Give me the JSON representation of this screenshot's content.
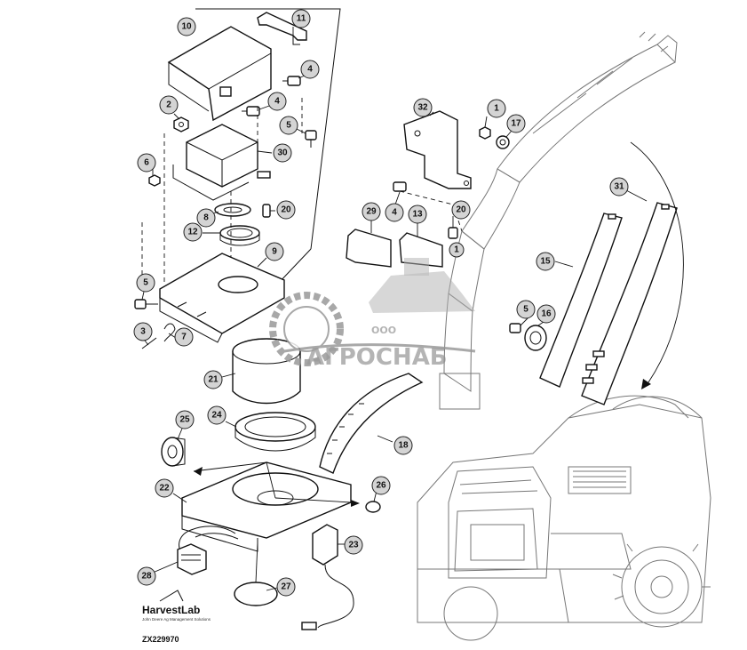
{
  "diagram": {
    "document_code": "ZX229970",
    "logo": {
      "name": "HarvestLab",
      "tagline": "John Deere Ag Management Solutions"
    },
    "watermark": {
      "company_small": "ООО",
      "company": "АГРОСНАБ"
    },
    "callouts": [
      "1",
      "2",
      "3",
      "4",
      "5",
      "6",
      "7",
      "8",
      "9",
      "10",
      "11",
      "12",
      "13",
      "15",
      "16",
      "17",
      "18",
      "20",
      "21",
      "22",
      "23",
      "24",
      "25",
      "26",
      "27",
      "28",
      "29",
      "30",
      "31",
      "32"
    ]
  }
}
